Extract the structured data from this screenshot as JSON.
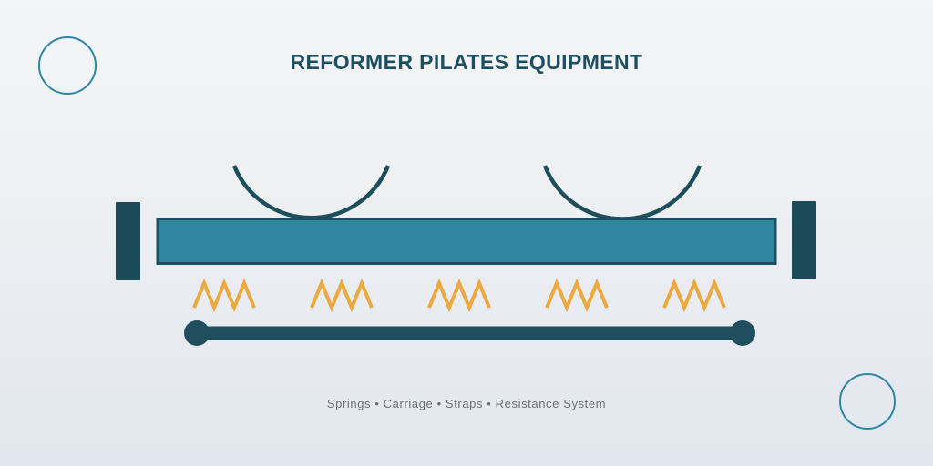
{
  "title": "REFORMER PILATES EQUIPMENT",
  "caption": "Springs • Carriage • Straps • Resistance System",
  "diagram": {
    "name": "reformer-pilates-equipment-side-view",
    "spring_count": 5,
    "strap_count": 2,
    "end_post_count": 2,
    "carriage_count": 1,
    "foot_bar_count": 1
  },
  "colors": {
    "background_top": "#F3F5F6",
    "background_mid": "#EDEFF2",
    "background_bottom": "#E2E6EE",
    "title_text": "#1E4F60",
    "caption_text": "#6B7077",
    "accent_circle": "#2E87A5",
    "carriage_fill": "#2E879E",
    "carriage_border": "#1C4F5F",
    "end_post": "#1B4A59",
    "strap": "#1D4E5C",
    "spring": "#EBA93F",
    "foot_bar": "#1F4E5E"
  }
}
